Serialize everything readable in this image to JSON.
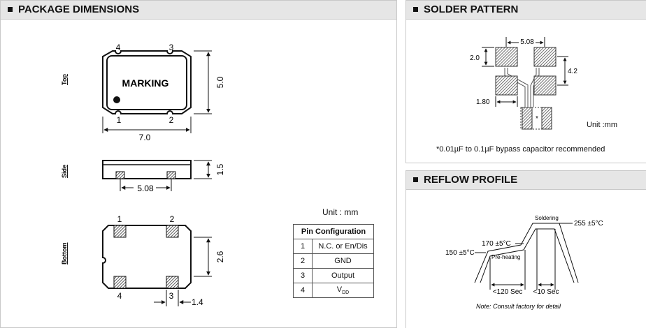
{
  "package": {
    "title": "PACKAGE DIMENSIONS",
    "views": {
      "top": "Top",
      "side": "Side",
      "bottom": "Bottom"
    },
    "marking": "MARKING",
    "dims": {
      "width": "7.0",
      "height": "5.0",
      "thickness": "1.5",
      "pad_pitch": "5.08",
      "bottom_height": "2.6",
      "pad_width": "1.4"
    },
    "pins": {
      "p1": "1",
      "p2": "2",
      "p3": "3",
      "p4": "4"
    },
    "unit": "Unit : mm",
    "config_title": "Pin Configuration",
    "config": [
      {
        "num": "1",
        "fn": "N.C. or En/Dis"
      },
      {
        "num": "2",
        "fn": "GND"
      },
      {
        "num": "3",
        "fn": "Output"
      },
      {
        "num": "4",
        "fn_main": "V",
        "fn_sub": "DD"
      }
    ]
  },
  "solder": {
    "title": "SOLDER PATTERN",
    "dims": {
      "pitch": "5.08",
      "pad_h": "2.0",
      "pad_gap": "4.2",
      "pad_w": "1.80"
    },
    "cap_mark": "*",
    "unit": "Unit :mm",
    "note": "*0.01µF to 0.1µF bypass capacitor recommended"
  },
  "reflow": {
    "title": "REFLOW PROFILE",
    "labels": {
      "soldering": "Soldering",
      "peak": "255 ±5°C",
      "t170": "170 ±5°C",
      "t150": "150 ±5°C",
      "preheat": "Pre-heating",
      "sec120": "<120 Sec",
      "sec10": "<10 Sec"
    },
    "note": "Note: Consult  factory for detail"
  }
}
